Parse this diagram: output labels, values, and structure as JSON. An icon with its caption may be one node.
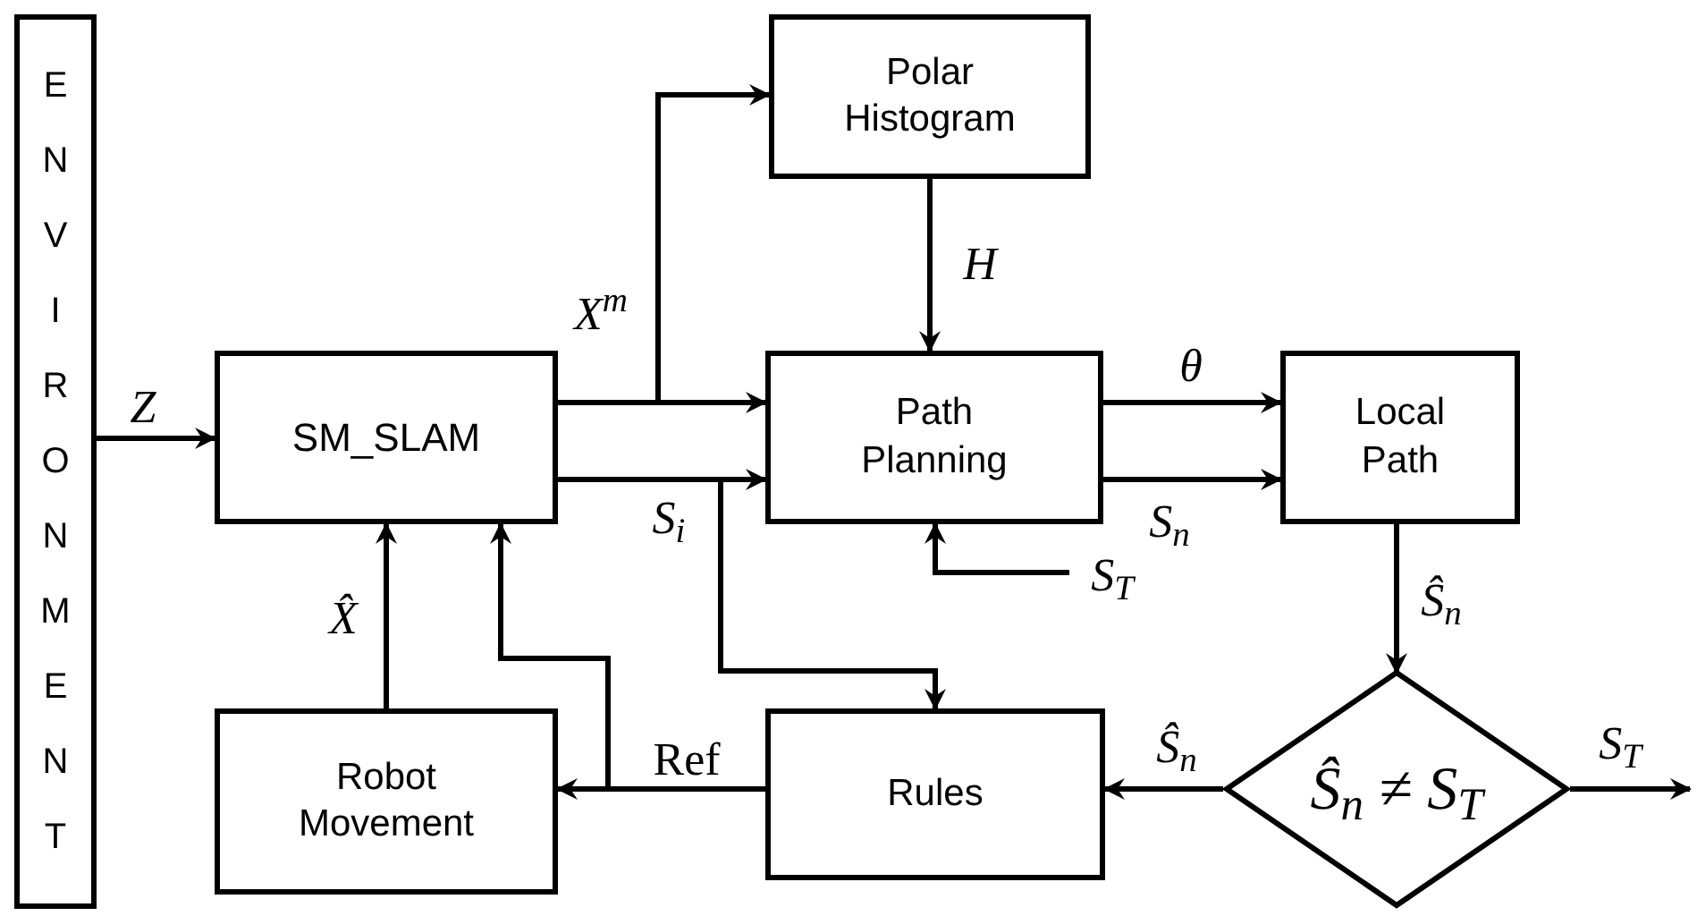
{
  "diagram": {
    "nodes": [
      {
        "text": [
          "ENVIRONMENT"
        ]
      },
      {
        "text": [
          "SM_SLAM"
        ]
      },
      {
        "text": [
          "Polar Histogram"
        ]
      },
      {
        "text": [
          "Path Planning"
        ]
      },
      {
        "text": [
          "Local Path"
        ]
      },
      {
        "text": [
          "Robot Movement"
        ]
      },
      {
        "text": [
          "Rules"
        ]
      },
      {
        "text": [
          "Ŝ$_{n}$ ≠ S$_{T}$"
        ]
      }
    ],
    "edges": [
      {
        "from": 0,
        "to": 1,
        "arrow": "to",
        "label": "Z"
      },
      {
        "from": 1,
        "to": 3,
        "arrow": "to"
      },
      {
        "from": 1,
        "to": 2,
        "arrow": "to",
        "label": "X$^{m}$"
      },
      {
        "from": 2,
        "to": 3,
        "arrow": "to",
        "label": "H"
      },
      {
        "from": 3,
        "to": 4,
        "arrow": "to",
        "label": "θ"
      },
      {
        "from": 3,
        "to": 4,
        "arrow": "to",
        "label": "S$_{n}$"
      },
      {
        "from": 1,
        "to": 3,
        "arrow": "to",
        "label": "S$_{i}$"
      },
      {
        "from": 1,
        "to": 6,
        "arrow": "to"
      },
      {
        "from": null,
        "to": 3,
        "arrow": "to",
        "label": "S$_{T}$"
      },
      {
        "from": 4,
        "to": 7,
        "arrow": "to",
        "label": "Ŝ$_{n}$"
      },
      {
        "from": 7,
        "to": 6,
        "arrow": "to",
        "label": "Ŝ$_{n}$"
      },
      {
        "from": 7,
        "to": null,
        "arrow": "to",
        "label": "S$_{T}$"
      },
      {
        "from": 6,
        "to": 5,
        "arrow": "to",
        "label": "Ref"
      },
      {
        "from": 5,
        "to": 1,
        "arrow": "to",
        "label": "X̂"
      },
      {
        "from": 6,
        "to": 1,
        "arrow": "to"
      }
    ]
  }
}
